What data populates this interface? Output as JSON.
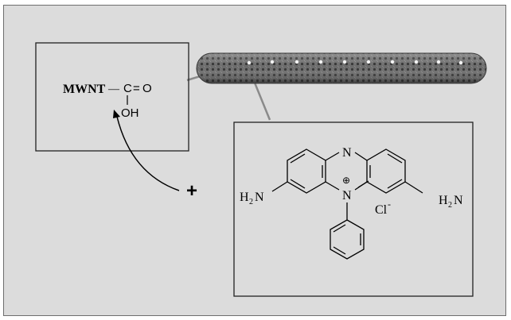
{
  "colors": {
    "panel_bg": "#dcdcdc",
    "box_border": "#222222",
    "nanotube": "#5a5a5a",
    "pointer_line": "#8a8a8a"
  },
  "left_box": {
    "mwnt_label": "MWNT",
    "dash": "—",
    "carbon": "C",
    "double_bond": "=",
    "oxygen": "O",
    "hydroxyl": "OH"
  },
  "plus_sign": "+",
  "right_box": {
    "ring_nitrogen": "N",
    "center_nitrogen": "N",
    "positive_charge": "⊕",
    "left_amine_h": "H",
    "left_amine_sub": "2",
    "left_amine_n": "N",
    "right_amine_h": "H",
    "right_amine_sub": "2",
    "right_amine_n": "N",
    "counter_ion": "Cl",
    "counter_charge": "-"
  },
  "icons": {
    "nanotube": "carbon-nanotube-illustration",
    "arrow": "curved-reaction-arrow-icon"
  }
}
